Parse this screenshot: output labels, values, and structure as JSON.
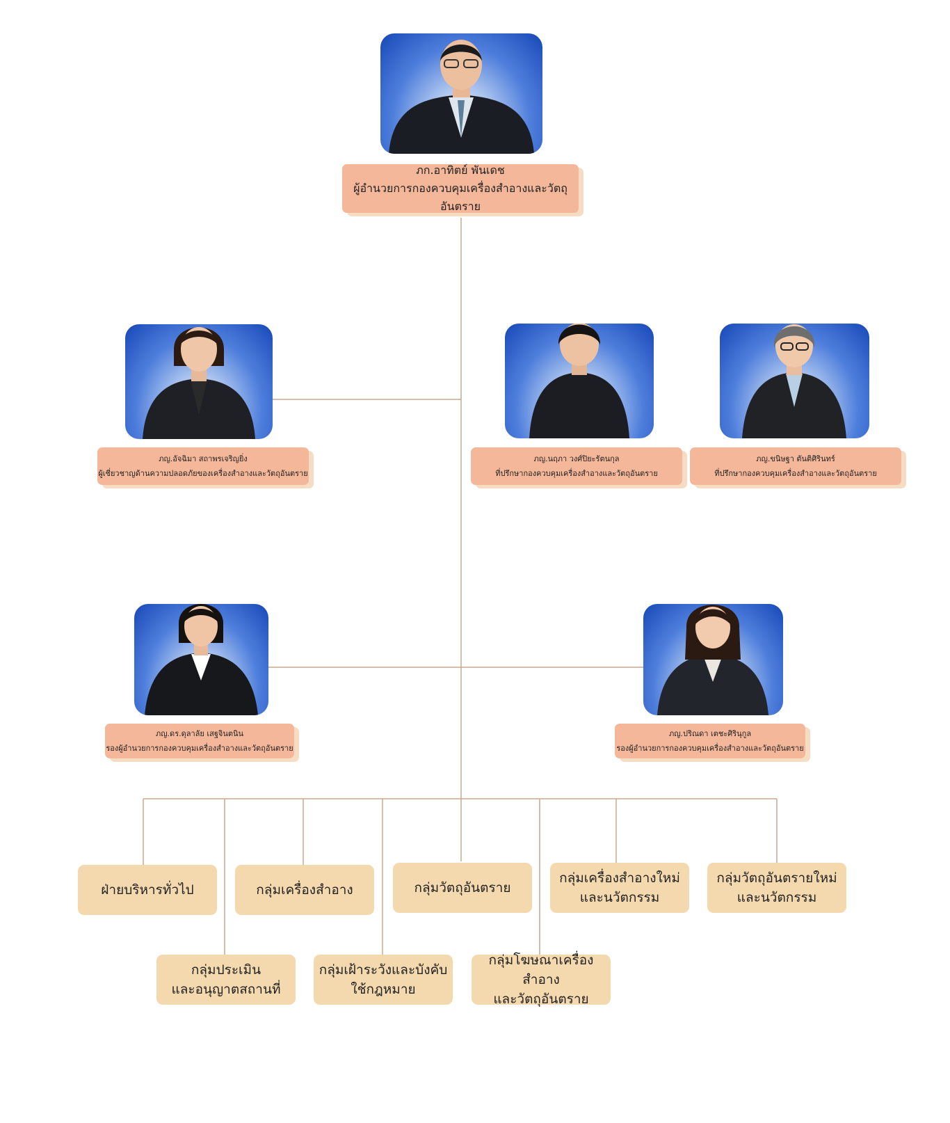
{
  "colors": {
    "line": "#c9a98e",
    "plate": "#f4b799",
    "plate_shadow": "#f6dcc2",
    "dept_box": "#f5d9ae",
    "photo_bg": "#1747b6"
  },
  "director": {
    "name": "ภก.อาทิตย์ พันเดช",
    "role": "ผู้อำนวยการกองควบคุมเครื่องสำอางและวัตถุอันตราย",
    "photo": "male-portrait-icon"
  },
  "advisors": [
    {
      "name": "ภญ.อัจฉิมา สถาพรเจริญยิ่ง",
      "role": "ผู้เชี่ยวชาญด้านความปลอดภัยของเครื่องสำอางและวัตถุอันตราย",
      "photo": "female-portrait-icon"
    },
    {
      "name": "ภญ.นฤภา วงศ์ปิยะรัตนกุล",
      "role": "ที่ปรึกษากองควบคุมเครื่องสำอางและวัตถุอันตราย",
      "photo": "female-portrait-icon"
    },
    {
      "name": "ภญ.ขนิษฐา ตันติศิรินทร์",
      "role": "ที่ปรึกษากองควบคุมเครื่องสำอางและวัตถุอันตราย",
      "photo": "female-portrait-icon"
    }
  ],
  "deputies": [
    {
      "name": "ภญ.ดร.ดุลาลัย เสฐจินตนิน",
      "role": "รองผู้อำนวยการกองควบคุมเครื่องสำอางและวัตถุอันตราย",
      "photo": "female-portrait-icon"
    },
    {
      "name": "ภญ.ปริณดา เตชะศิรินุกูล",
      "role": "รองผู้อำนวยการกองควบคุมเครื่องสำอางและวัตถุอันตราย",
      "photo": "female-portrait-icon"
    }
  ],
  "departments": [
    "ฝ่ายบริหารทั่วไป",
    "กลุ่มเครื่องสำอาง",
    "กลุ่มวัตถุอันตราย",
    "กลุ่มเครื่องสำอางใหม่\nและนวัตกรรม",
    "กลุ่มวัตถุอันตรายใหม่\nและนวัตกรรม",
    "กลุ่มประเมิน\nและอนุญาตสถานที่",
    "กลุ่มเฝ้าระวังและบังคับ\nใช้กฎหมาย",
    "กลุ่มโฆษณาเครื่องสำอาง\nและวัตถุอันตราย"
  ]
}
